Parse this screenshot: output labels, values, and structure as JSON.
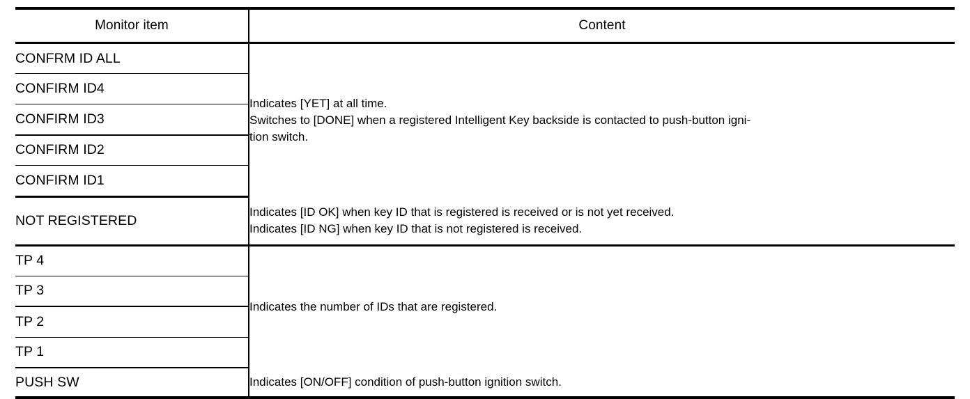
{
  "table": {
    "headers": {
      "item": "Monitor item",
      "content": "Content"
    },
    "groups": [
      {
        "id": "confirm-id-group",
        "items": [
          "CONFRM ID ALL",
          "CONFIRM ID4",
          "CONFIRM ID3",
          "CONFIRM ID2",
          "CONFIRM ID1"
        ],
        "content_lines": [
          "Indicates [YET] at all time.",
          "Switches to [DONE] when a registered Intelligent Key backside is contacted to push-button igni-",
          "tion switch."
        ]
      },
      {
        "id": "not-registered-group",
        "items": [
          "NOT REGISTERED"
        ],
        "content_lines": [
          "Indicates [ID OK] when key ID that is registered is received or is not yet received.",
          "Indicates [ID NG] when key ID that is not registered is received."
        ]
      },
      {
        "id": "tp-group",
        "items": [
          "TP 4",
          "TP 3",
          "TP 2",
          "TP 1"
        ],
        "content_lines": [
          "Indicates the number of IDs that are registered."
        ]
      },
      {
        "id": "push-sw-group",
        "items": [
          "PUSH SW"
        ],
        "content_lines": [
          "Indicates [ON/OFF] condition of push-button ignition switch."
        ]
      }
    ]
  },
  "colors": {
    "rule": "#000000",
    "text": "#000000",
    "background": "#ffffff"
  }
}
